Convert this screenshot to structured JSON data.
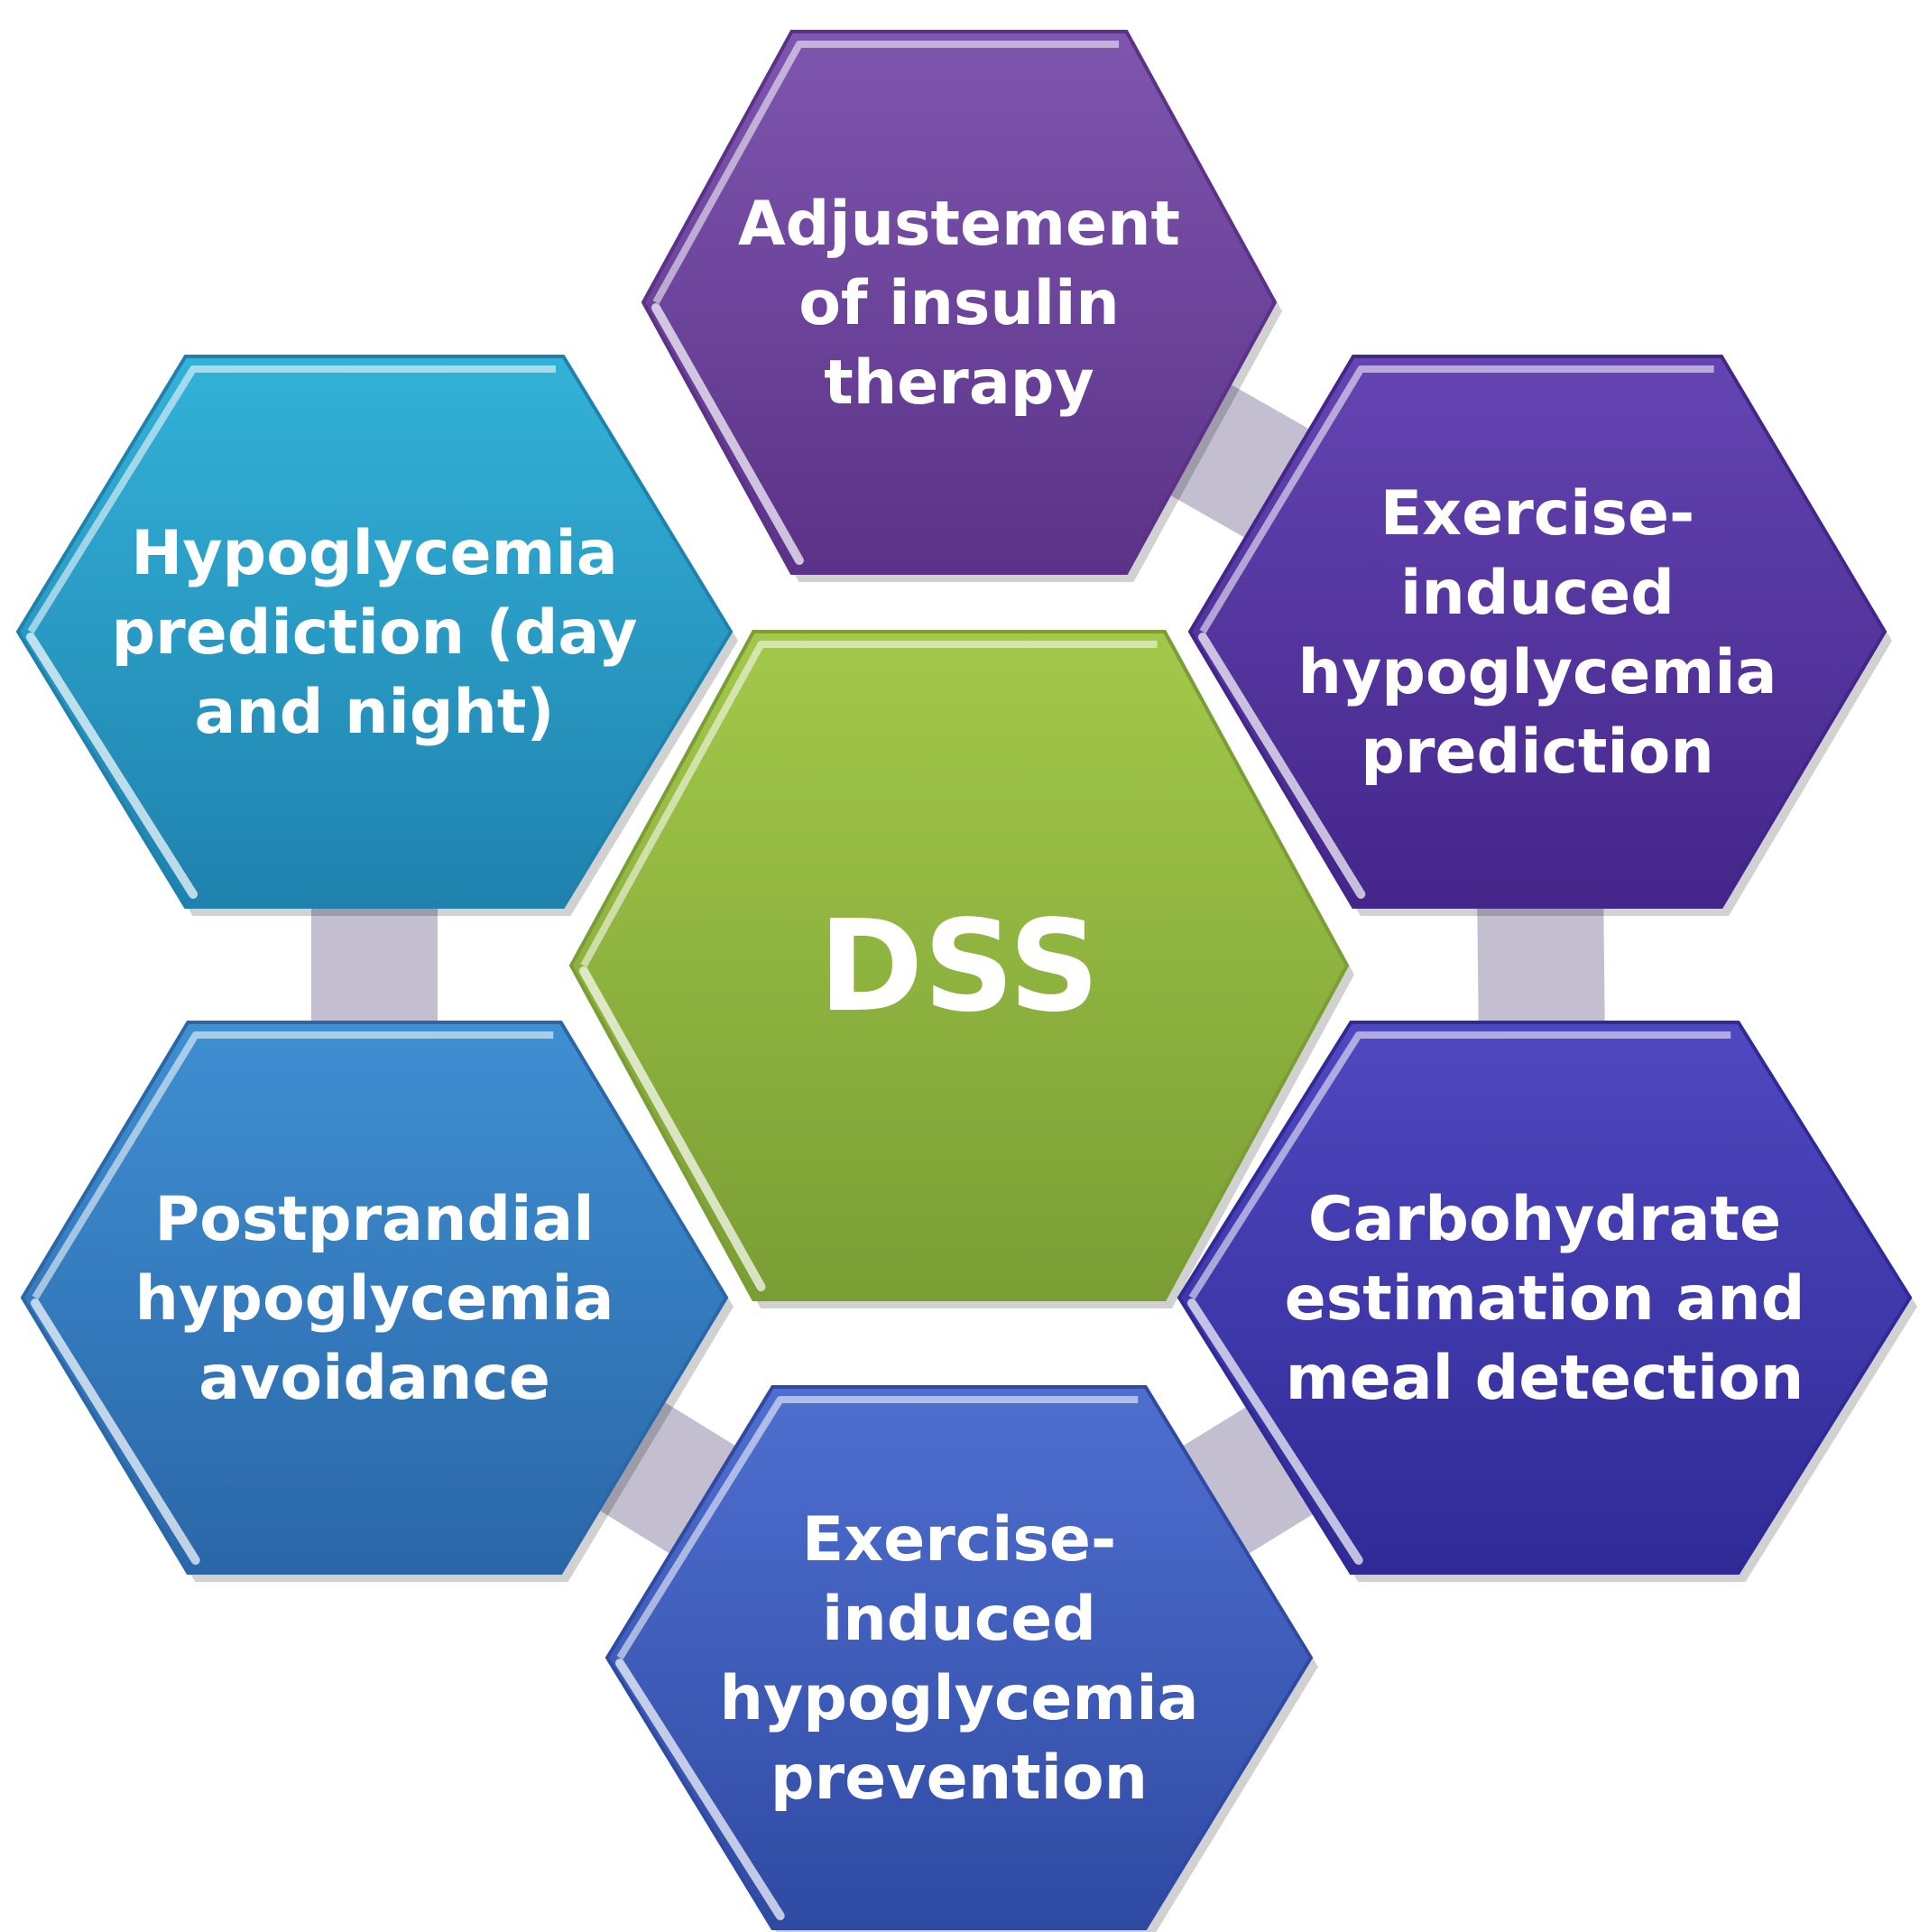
{
  "center": {
    "lines": [
      "DSS"
    ],
    "color_top": "#a3c84a",
    "color_bottom": "#7a9e34"
  },
  "nodes": [
    {
      "id": "top",
      "lines": [
        "Adjustement",
        "of insulin",
        "therapy"
      ],
      "color_top": "#7e56ae",
      "color_bottom": "#5b3288"
    },
    {
      "id": "upper-right",
      "lines": [
        "Exercise-",
        "induced",
        "hypoglycemia",
        "prediction"
      ],
      "color_top": "#6445b2",
      "color_bottom": "#44268a"
    },
    {
      "id": "lower-right",
      "lines": [
        "Carbohydrate",
        "estimation  and",
        "meal detection"
      ],
      "color_top": "#4f48c0",
      "color_bottom": "#302a96"
    },
    {
      "id": "bottom",
      "lines": [
        "Exercise-",
        "induced",
        "hypoglycemia",
        "prevention"
      ],
      "color_top": "#4f6fd0",
      "color_bottom": "#2f4aa2"
    },
    {
      "id": "lower-left",
      "lines": [
        "Postprandial",
        "hypoglycemia",
        "avoidance"
      ],
      "color_top": "#3f8fd2",
      "color_bottom": "#2a67a8"
    },
    {
      "id": "upper-left",
      "lines": [
        "Hypoglycemia",
        "prediction  (day",
        "and  night)"
      ],
      "color_top": "#33b2d8",
      "color_bottom": "#1f82ae"
    }
  ],
  "connector_color": "#b8b4c8"
}
